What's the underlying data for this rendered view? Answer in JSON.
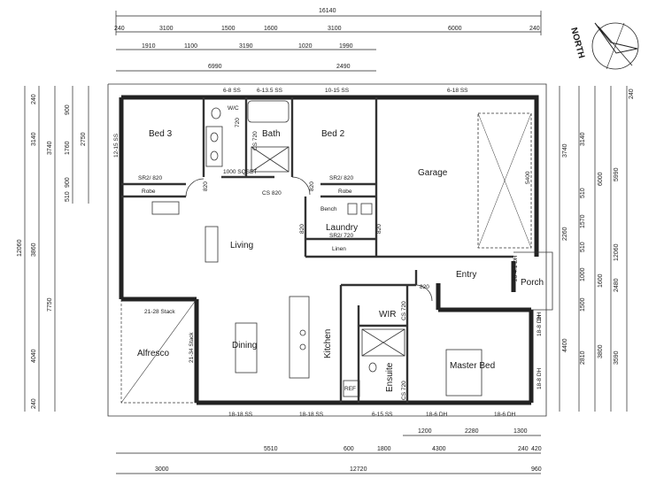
{
  "compass": {
    "label": "NORTH"
  },
  "top_dims": {
    "overall": "16140",
    "row1": [
      "240",
      "3100",
      "1500",
      "1600",
      "3100",
      "6000",
      "240"
    ],
    "row2": [
      "1910",
      "1100",
      "3190",
      "1020",
      "1990"
    ],
    "row3": [
      "6990",
      "2490"
    ]
  },
  "left_dims": {
    "outer": "12060",
    "col1": [
      "240",
      "3140",
      "3860",
      "4040",
      "240"
    ],
    "col2": [
      "3740",
      "7750"
    ],
    "col3": [
      "900",
      "1760",
      "900",
      "510"
    ],
    "col4": [
      "2750"
    ]
  },
  "right_dims": {
    "col1": [
      "3740",
      "2260",
      "4400"
    ],
    "col2": [
      "3140",
      "510",
      "1570",
      "510",
      "1000",
      "1500",
      "2810"
    ],
    "col3": [
      "6000",
      "1600",
      "3800"
    ],
    "col4": [
      "5990",
      "12060",
      "2480",
      "3590"
    ],
    "col5": [
      "240"
    ]
  },
  "bottom_dims": {
    "rowA": [
      "1200",
      "2280",
      "1300"
    ],
    "rowB": [
      "5510",
      "600",
      "1800",
      "4300",
      "240",
      "420"
    ],
    "rowC": [
      "3000",
      "12720",
      "960"
    ]
  },
  "rooms": {
    "bed3": "Bed 3",
    "bath": "Bath",
    "bed2": "Bed 2",
    "garage": "Garage",
    "wc": "W/C",
    "robe1": "Robe",
    "robe2": "Robe",
    "bench": "Bench",
    "laundry": "Laundry",
    "linen": "Linen",
    "living": "Living",
    "entry": "Entry",
    "porch": "Porch",
    "wir": "WIR",
    "alfresco": "Alfresco",
    "dining": "Dining",
    "kitchen": "Kitchen",
    "ensuite": "Ensuite",
    "master": "Master Bed",
    "ref": "REF"
  },
  "notes": {
    "win_6_8_ss": "6-8 SS",
    "win_6_13_5_ss": "6-13.5 SS",
    "win_10_15_ss": "10-15 SS",
    "win_6_18_ss_top": "6-18 SS",
    "win_12_15_ss": "12-15 SS",
    "wc_720": "720",
    "cs720_bath": "CS 720",
    "sqset": "1000 SQSET",
    "sr2_820_a": "SR2/ 820",
    "sr2_820_b": "SR2/ 820",
    "d820_a": "820",
    "cs820": "CS 820",
    "d820_b": "820",
    "d820_c": "820",
    "d820_d": "820",
    "sr2_720": "SR2/ 720",
    "d820_entry": "820",
    "garage_5400": "5400",
    "win_20_4_1_dh": "20-4.1 DH",
    "cs720_wir": "CS 720",
    "stack_21_28": "21-28 Stack",
    "stack_21_34": "21-34 Stack",
    "cs720_ens": "CS 720",
    "win_18_8_dh_a": "18-8 DH",
    "win_18_8_dh_b": "18-8 DH",
    "win_18_18_ss_a": "18-18 SS",
    "win_18_18_ss_b": "18-18 SS",
    "win_6_15_ss": "6-15 SS",
    "win_18_6_dh_a": "18-6 DH",
    "win_18_6_dh_b": "18-6 DH",
    "dh_right": "DH"
  }
}
